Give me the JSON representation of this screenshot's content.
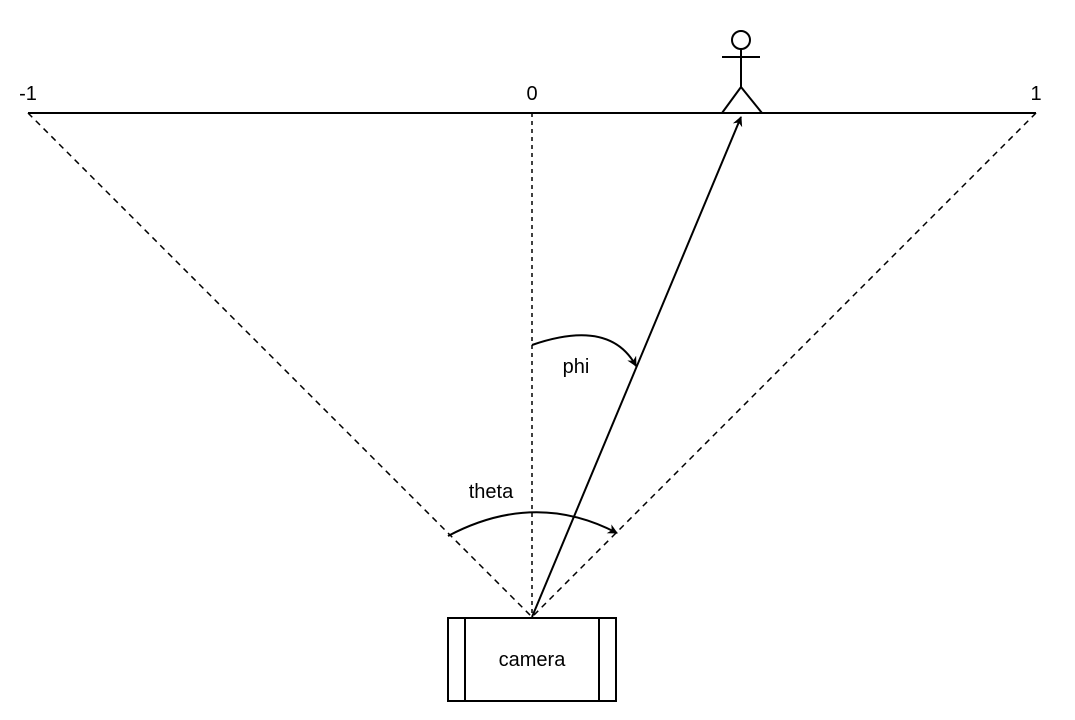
{
  "axis": {
    "left_label": "-1",
    "center_label": "0",
    "right_label": "1"
  },
  "angles": {
    "phi_label": "phi",
    "theta_label": "theta"
  },
  "camera": {
    "label": "camera"
  },
  "figure": {
    "icon": "person-icon"
  },
  "colors": {
    "stroke": "#000000",
    "background": "#ffffff"
  }
}
